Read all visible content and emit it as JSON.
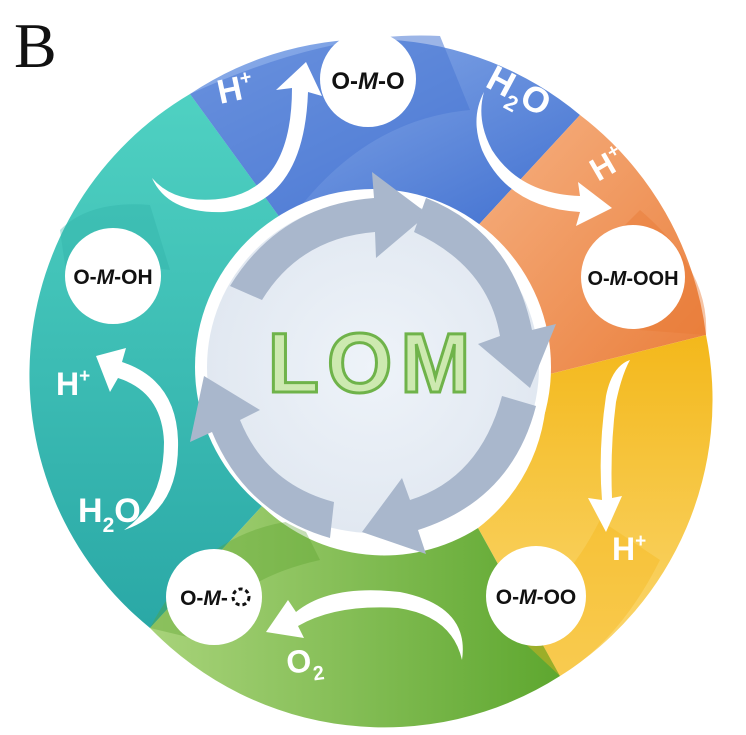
{
  "panel_letter": "B",
  "center_label": "LOM",
  "nodes": {
    "omo": {
      "pre": "O-",
      "metal": "M",
      "post": "-O"
    },
    "omooh": {
      "pre": "O-",
      "metal": "M",
      "post": "-OOH"
    },
    "omoo": {
      "pre": "O-",
      "metal": "M",
      "post": "-OO"
    },
    "omvac": {
      "pre": "O-",
      "metal": "M",
      "post": "-"
    },
    "omoh": {
      "pre": "O-",
      "metal": "M",
      "post": "-OH"
    }
  },
  "species": {
    "proton": {
      "base": "H",
      "sup": "+"
    },
    "water": {
      "base": "H",
      "sub": "2",
      "tail": "O"
    },
    "oxygen": {
      "base": "O",
      "sub": "2"
    }
  },
  "colors": {
    "blue": "#4f7fd6",
    "orange": "#ef8a48",
    "yellow": "#f6c02a",
    "green": "#79b83c",
    "teal": "#36bdb0",
    "center_arrows": "#a8b6cc",
    "lom_fill": "#c8e6a8",
    "lom_stroke": "#6fb34a"
  }
}
